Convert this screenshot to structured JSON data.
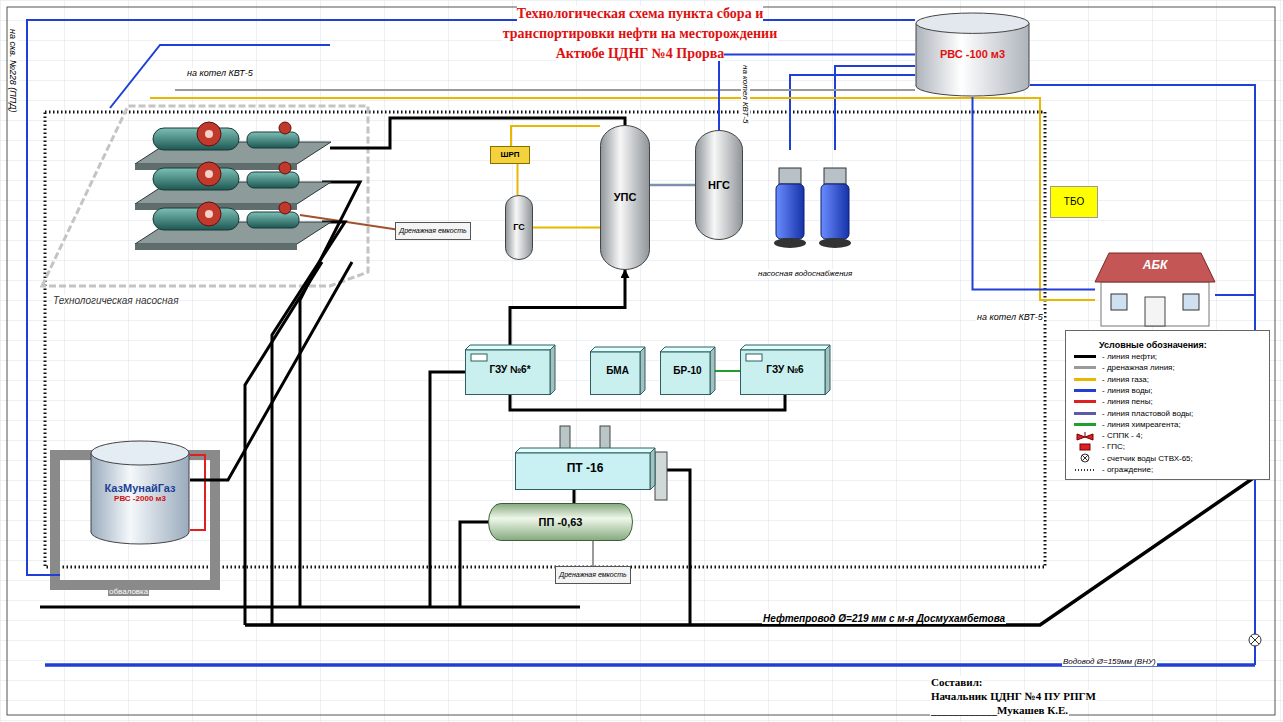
{
  "diagram": {
    "title": "Технологическая схема пункта сбора и транспортировки нефти на месторождении Актюбе ЦДНГ №4 Прорва",
    "nodes": [
      {
        "text": [
          "ШРП"
        ]
      },
      {
        "text": [
          "УПС"
        ]
      },
      {
        "text": [
          "НГС"
        ]
      },
      {
        "text": [
          "РВС -100 м3"
        ]
      },
      {
        "text": [
          "ГС"
        ]
      },
      {
        "text": [
          "ТБО"
        ]
      },
      {
        "text": [
          "Дренажная емкость"
        ]
      },
      {
        "text": [
          "АБК"
        ]
      },
      {
        "text": [
          "ГЗУ №6*"
        ]
      },
      {
        "text": [
          "БМА"
        ]
      },
      {
        "text": [
          "БР-10"
        ]
      },
      {
        "text": [
          "ГЗУ №6"
        ]
      },
      {
        "text": [
          "КазМунайГаз",
          "РВС -2000 м3"
        ]
      },
      {
        "text": [
          "ПТ -16"
        ]
      },
      {
        "text": [
          "ПП -0,63"
        ]
      },
      {
        "text": [
          "Дренажная емкость"
        ]
      }
    ],
    "edges": [
      {
        "from": 0,
        "to": 4,
        "arrow": "none"
      },
      {
        "from": 4,
        "to": 1,
        "arrow": "none"
      },
      {
        "from": 1,
        "to": 2,
        "arrow": "none"
      },
      {
        "from": 2,
        "to": 3,
        "arrow": "none"
      },
      {
        "from": 3,
        "to": 7,
        "arrow": "none"
      },
      {
        "from": 8,
        "to": 1,
        "arrow": "to"
      },
      {
        "from": 8,
        "to": 11,
        "arrow": "none"
      },
      {
        "from": 11,
        "to": 10,
        "arrow": "none"
      },
      {
        "from": 13,
        "to": 14,
        "arrow": "none"
      },
      {
        "from": 14,
        "to": 15,
        "arrow": "none"
      }
    ],
    "labels": [
      "на котел КВТ-5",
      "на скв. №228 (ППД)",
      "на котел КВТ-5",
      "Технологическая насосная",
      "насосная водоснабжения",
      "обваловка",
      "на котел КВТ-5",
      "Условные обозначения:",
      "Нефтепровод Ø=219 мм с м-я Досмухамбетова",
      "Водовод Ø=159мм (ВНУ)",
      "Составил:",
      "Начальник ЦДНГ №4 ПУ РПГМ",
      "____________Мукашев К.Е."
    ],
    "legend": [
      {
        "text": "- линия нефти;",
        "color": "#000000"
      },
      {
        "text": "- дренажная линия;",
        "color": "#9a9a9a"
      },
      {
        "text": "- линия газа;",
        "color": "#e8b800"
      },
      {
        "text": "- линия воды;",
        "color": "#1f3fd6"
      },
      {
        "text": "- линия пены;",
        "color": "#e02020"
      },
      {
        "text": "- линия пластовой воды;",
        "color": "#5a5aa8"
      },
      {
        "text": "- линия химреагента;",
        "color": "#1fa02a"
      },
      {
        "text": "- СППК - 4;"
      },
      {
        "text": "- ГПС;"
      },
      {
        "text": "- счетчик воды СТВХ-65;"
      },
      {
        "text": "- ограждение;"
      }
    ]
  }
}
